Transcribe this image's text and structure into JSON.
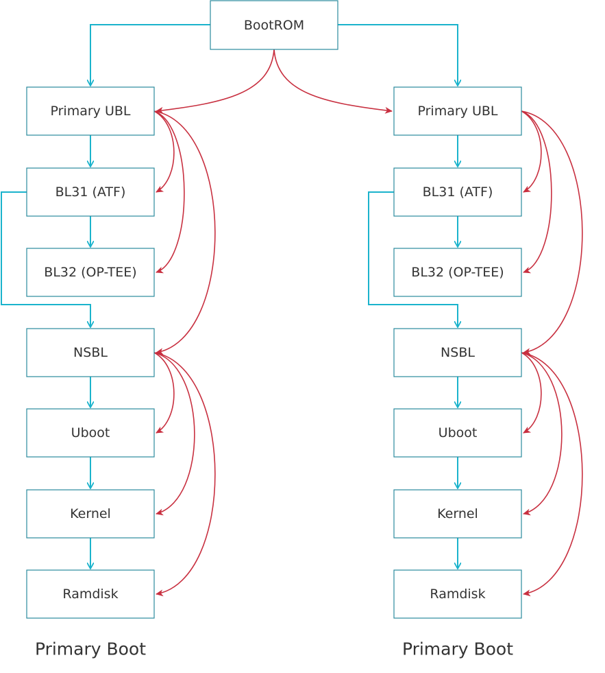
{
  "colors": {
    "flow": "#1ab3cc",
    "load": "#c83040",
    "box_border": "#2a8a9c",
    "text": "#333333"
  },
  "root": {
    "label": "BootROM"
  },
  "columns": [
    {
      "caption": "Primary Boot",
      "stages": [
        "Primary UBL",
        "BL31 (ATF)",
        "BL32 (OP-TEE)",
        "NSBL",
        "Uboot",
        "Kernel",
        "Ramdisk"
      ]
    },
    {
      "caption": "Primary Boot",
      "stages": [
        "Primary UBL",
        "BL31 (ATF)",
        "BL32 (OP-TEE)",
        "NSBL",
        "Uboot",
        "Kernel",
        "Ramdisk"
      ]
    }
  ]
}
